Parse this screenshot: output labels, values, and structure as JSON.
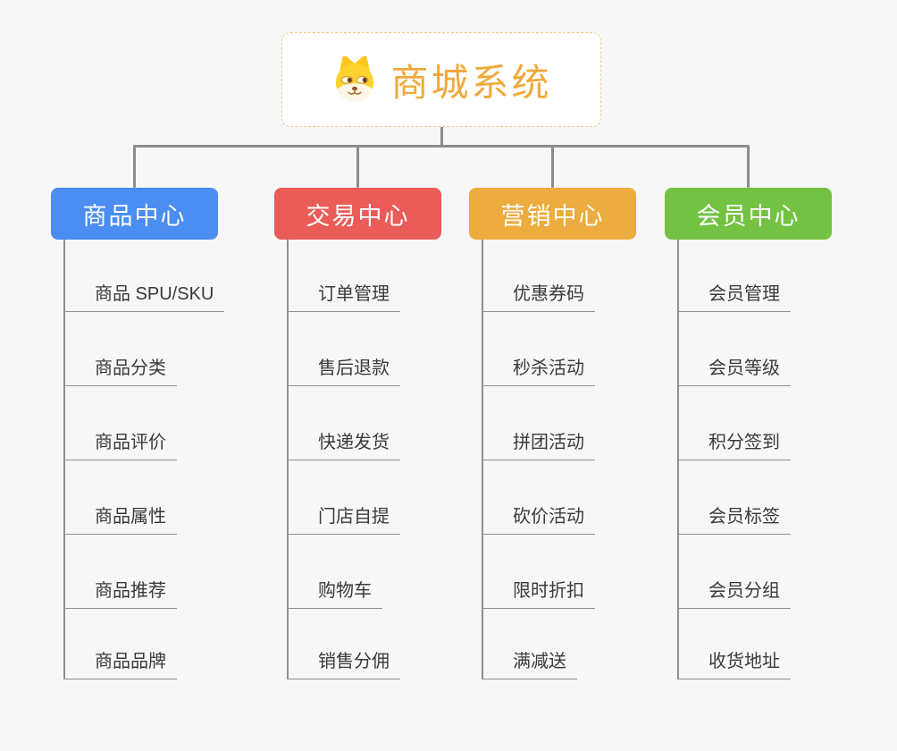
{
  "root": {
    "title": "商城系统",
    "icon": "dog-face-icon",
    "title_color": "#f0a93c",
    "border_color": "#efc98c",
    "background": "#ffffff"
  },
  "canvas_background": "#f7f7f7",
  "connector_color": "#8c8c8c",
  "child_line_color": "#8f8f8f",
  "child_text_color": "#3a3a3a",
  "branches": [
    {
      "label": "商品中心",
      "color": "#4b8df0",
      "items": [
        "商品 SPU/SKU",
        "商品分类",
        "商品评价",
        "商品属性",
        "商品推荐",
        "商品品牌"
      ]
    },
    {
      "label": "交易中心",
      "color": "#e95c58",
      "items": [
        "订单管理",
        "售后退款",
        "快递发货",
        "门店自提",
        "购物车",
        "销售分佣"
      ]
    },
    {
      "label": "营销中心",
      "color": "#ecac3f",
      "items": [
        "优惠券码",
        "秒杀活动",
        "拼团活动",
        "砍价活动",
        "限时折扣",
        "满减送"
      ]
    },
    {
      "label": "会员中心",
      "color": "#73c243",
      "items": [
        "会员管理",
        "会员等级",
        "积分签到",
        "会员标签",
        "会员分组",
        "收货地址"
      ]
    }
  ]
}
